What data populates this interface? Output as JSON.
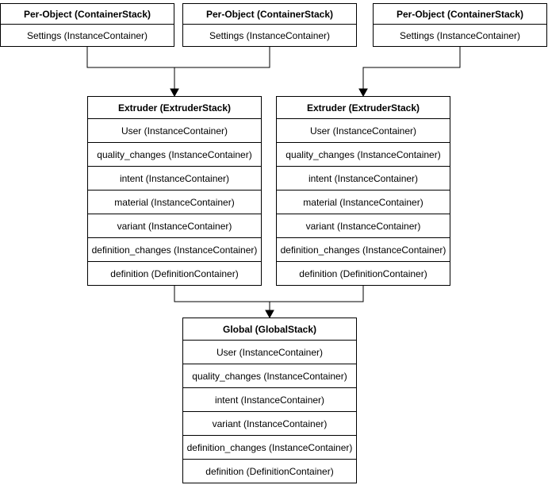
{
  "diagram": {
    "per_object_stacks": [
      {
        "title": "Per-Object (ContainerStack)",
        "rows": [
          "Settings (InstanceContainer)"
        ]
      },
      {
        "title": "Per-Object (ContainerStack)",
        "rows": [
          "Settings (InstanceContainer)"
        ]
      },
      {
        "title": "Per-Object (ContainerStack)",
        "rows": [
          "Settings (InstanceContainer)"
        ]
      }
    ],
    "extruder_stacks": [
      {
        "title": "Extruder (ExtruderStack)",
        "rows": [
          "User (InstanceContainer)",
          "quality_changes (InstanceContainer)",
          "intent (InstanceContainer)",
          "material (InstanceContainer)",
          "variant (InstanceContainer)",
          "definition_changes (InstanceContainer)",
          "definition (DefinitionContainer)"
        ]
      },
      {
        "title": "Extruder (ExtruderStack)",
        "rows": [
          "User (InstanceContainer)",
          "quality_changes (InstanceContainer)",
          "intent (InstanceContainer)",
          "material (InstanceContainer)",
          "variant (InstanceContainer)",
          "definition_changes (InstanceContainer)",
          "definition (DefinitionContainer)"
        ]
      }
    ],
    "global_stack": {
      "title": "Global (GlobalStack)",
      "rows": [
        "User (InstanceContainer)",
        "quality_changes (InstanceContainer)",
        "intent (InstanceContainer)",
        "variant (InstanceContainer)",
        "definition_changes (InstanceContainer)",
        "definition (DefinitionContainer)"
      ]
    }
  },
  "colors": {
    "line": "#000000",
    "box_border": "#000000",
    "box_fill": "#ffffff",
    "background": "#ffffff",
    "text": "#000000"
  }
}
